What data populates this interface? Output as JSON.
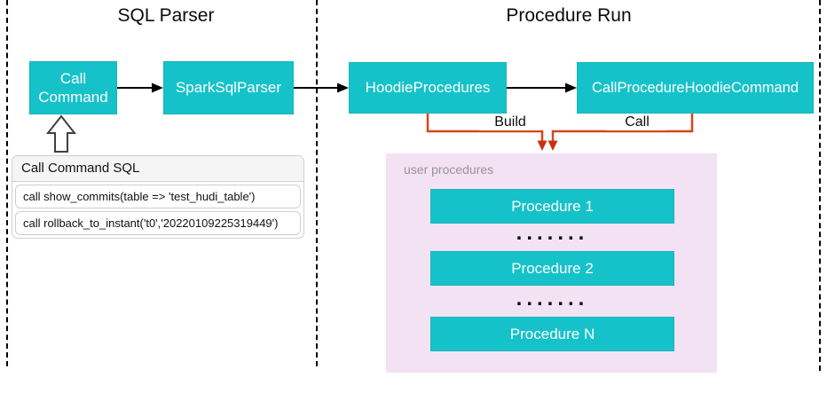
{
  "sections": {
    "left_title": "SQL Parser",
    "right_title": "Procedure Run"
  },
  "nodes": {
    "call_command": "Call Command",
    "spark_sql_parser": "SparkSqlParser",
    "hoodie_procedures": "HoodieProcedures",
    "call_procedure_hoodie_command": "CallProcedureHoodieCommand"
  },
  "connectors": {
    "build_label": "Build",
    "call_label": "Call"
  },
  "sql_list": {
    "header": "Call Command SQL",
    "rows": [
      "call show_commits(table => 'test_hudi_table')",
      "call rollback_to_instant('t0','20220109225319449')"
    ]
  },
  "user_procedures": {
    "label": "user procedures",
    "items": [
      "Procedure 1",
      "Procedure 2",
      "Procedure N"
    ],
    "ellipsis": "......."
  },
  "colors": {
    "node_teal": "#16c2c9",
    "container_pink": "#f2e2f4",
    "connector_orange": "#d2481e",
    "arrowhead_red": "#c9310e",
    "dash_black": "#000000"
  }
}
